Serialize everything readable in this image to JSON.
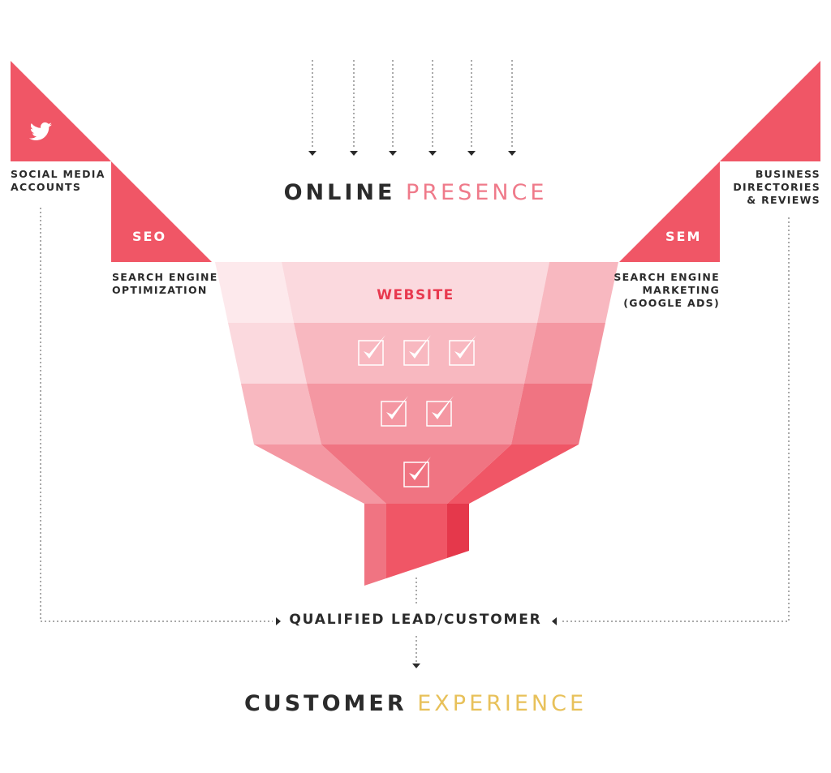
{
  "headings": {
    "online_strong": "ONLINE",
    "online_light": "PRESENCE",
    "customer_strong": "CUSTOMER",
    "customer_light": "EXPERIENCE"
  },
  "channels": {
    "social": {
      "label": "SOCIAL MEDIA\nACCOUNTS",
      "icon": "twitter-bird-icon"
    },
    "seo": {
      "tag": "SEO",
      "label": "SEARCH ENGINE\nOPTIMIZATION"
    },
    "sem": {
      "tag": "SEM",
      "label": "SEARCH ENGINE\nMARKETING\n(GOOGLE ADS)"
    },
    "directories": {
      "label": "BUSINESS\nDIRECTORIES\n& REVIEWS"
    }
  },
  "funnel": {
    "top_label": "WEBSITE",
    "checkmark_rows": [
      3,
      2,
      1
    ]
  },
  "outcome": {
    "lead_label": "QUALIFIED LEAD/CUSTOMER"
  },
  "colors": {
    "brand_red": "#f05666",
    "dark_red": "#e5384b",
    "text_dark": "#2b2b2b",
    "presence_pink": "#ef7a8a",
    "experience_gold": "#e8c15a",
    "website_red": "#e8384e"
  }
}
